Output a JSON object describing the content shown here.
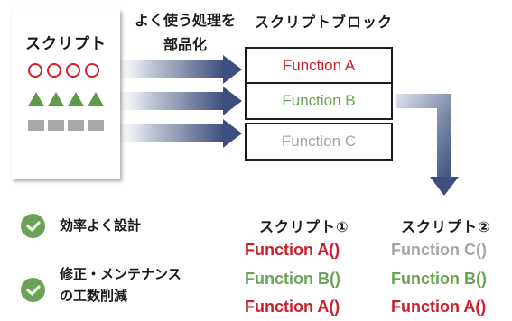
{
  "script_doc": {
    "title": "スクリプト"
  },
  "reuse_label": {
    "line1": "よく使う処理を",
    "line2": "部品化"
  },
  "block_label": "スクリプトブロック",
  "blocks": [
    {
      "label": "Function A",
      "color": "#c8202c"
    },
    {
      "label": "Function B",
      "color": "#6aa356"
    },
    {
      "label": "Function C",
      "color": "#a5a5a5"
    }
  ],
  "benefits": [
    {
      "line1": "効率よく設計",
      "line2": ""
    },
    {
      "line1": "修正・メンテナンス",
      "line2": "の工数削減"
    }
  ],
  "scripts": [
    {
      "title": "スクリプト①",
      "calls": [
        "Function A()",
        "Function B()",
        "Function A()"
      ]
    },
    {
      "title": "スクリプト②",
      "calls": [
        "Function C()",
        "Function B()",
        "Function A()"
      ]
    }
  ],
  "colors": {
    "red": "#c8202c",
    "green": "#6aa356",
    "gray": "#a5a5a5",
    "arrow_navy": "#3d4f7c"
  }
}
